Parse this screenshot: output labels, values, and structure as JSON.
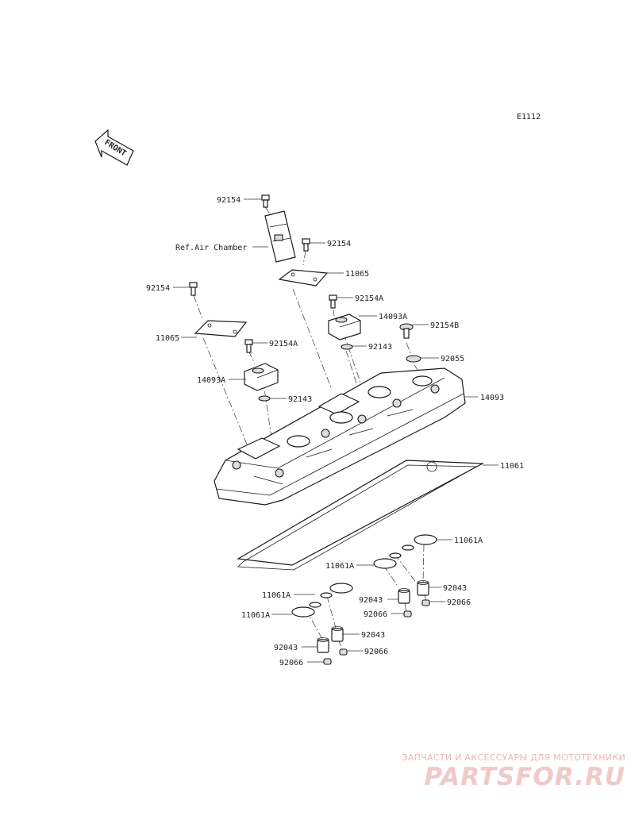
{
  "diagram_code": "E1112",
  "front_label": "FRONT",
  "reference_label": "Ref.Air Chamber",
  "callouts": {
    "bolt_top": "92154",
    "bolt_chamber": "92154",
    "bolt_left": "92154",
    "plate_right": "11065",
    "plate_left": "11065",
    "bolt_a_right": "92154A",
    "bolt_a_left": "92154A",
    "holder_right": "14093A",
    "holder_left": "14093A",
    "bolt_b": "92154B",
    "washer_right": "92143",
    "washer_left": "92143",
    "grommet": "92055",
    "cover": "14093",
    "gasket": "11061",
    "oring_1": "11061A",
    "oring_2": "11061A",
    "oring_3": "11061A",
    "oring_4": "11061A",
    "collar_1": "92043",
    "collar_2": "92043",
    "collar_3": "92043",
    "collar_4": "92043",
    "cap_1": "92066",
    "cap_2": "92066",
    "cap_3": "92066",
    "cap_4": "92066"
  },
  "watermark": {
    "caption": "ЗАПЧАСТИ И АКСЕССУАРЫ ДЛЯ МОТОТЕХНИКИ",
    "logo": "PARTSFOR.RU"
  }
}
